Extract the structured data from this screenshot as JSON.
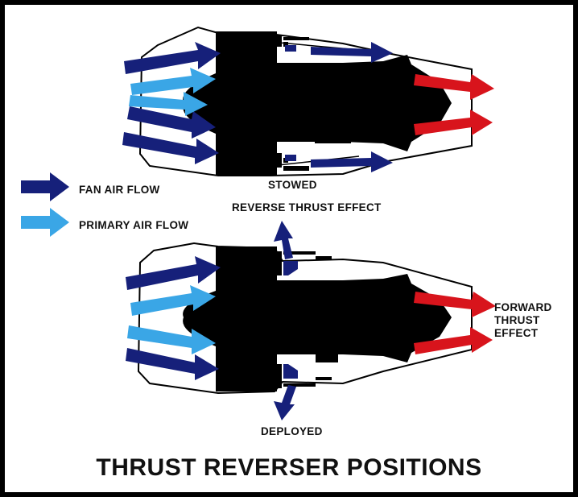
{
  "title": "THRUST REVERSER POSITIONS",
  "legend": {
    "fan_air_flow": "FAN AIR FLOW",
    "primary_air_flow": "PRIMARY AIR FLOW"
  },
  "labels": {
    "stowed": "STOWED",
    "reverse_thrust_effect": "REVERSE THRUST EFFECT",
    "deployed": "DEPLOYED",
    "forward_thrust_effect": [
      "FORWARD",
      "THRUST",
      "EFFECT"
    ]
  },
  "colors": {
    "fan_air": "#16207a",
    "primary_air": "#3aa6e6",
    "exhaust": "#d8141c",
    "engine": "#000000",
    "background": "#ffffff",
    "border": "#000000"
  }
}
